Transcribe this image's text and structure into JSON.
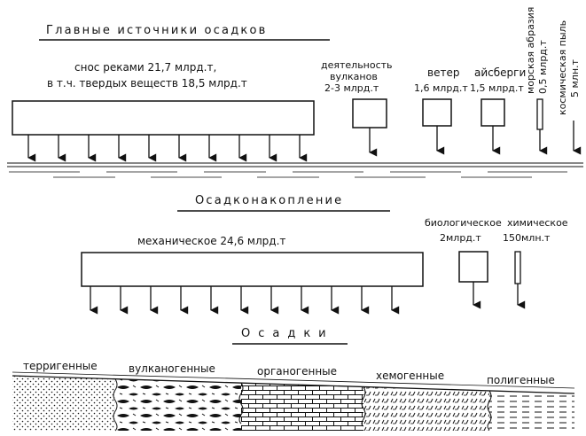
{
  "titles": {
    "sources": "Главные источники осадков",
    "accumulation": "Осадконакопление",
    "sediments": "Осадки"
  },
  "sources": {
    "rivers_line1": "снос реками 21,7 млрд.т,",
    "rivers_line2": "в т.ч. твердых веществ 18,5 млрд.т",
    "volcano_line1": "деятельность",
    "volcano_line2": "вулканов",
    "volcano_value": "2-3 млрд.т",
    "wind_label": "ветер",
    "wind_value": "1,6 млрд.т",
    "ice_label": "айсберги",
    "ice_value": "1,5 млрд.т",
    "abrasion_label": "морская абразия",
    "abrasion_value": "0,5 млрд.т",
    "dust_label": "космическая пыль",
    "dust_value": "5 млн.т"
  },
  "accumulation": {
    "mechanical": "механическое 24,6 млрд.т",
    "biological_label": "биологическое",
    "biological_value": "2млрд.т",
    "chemical_label": "химическое",
    "chemical_value": "150млн.т"
  },
  "sediment_types": [
    "терригенные",
    "вулканогенные",
    "органогенные",
    "хемогенные",
    "полигенные"
  ],
  "colors": {
    "ink": "#111111",
    "paper": "#ffffff"
  }
}
